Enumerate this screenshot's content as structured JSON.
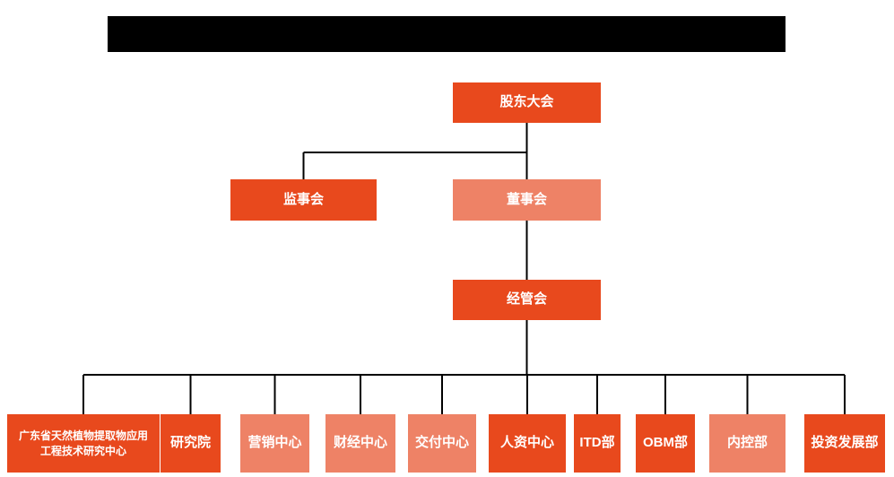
{
  "header": {
    "redacted_title_bar": "black redacted title block"
  },
  "colors": {
    "primary_orange": "#E8491D",
    "light_salmon": "#EE8266",
    "connector_line": "#000000",
    "box_text": "#FFFFFF",
    "title_bar": "#000000"
  },
  "orgchart": {
    "root": {
      "label": "股东大会",
      "color": "#E8491D"
    },
    "level2": [
      {
        "label": "监事会",
        "color": "#E8491D"
      },
      {
        "label": "董事会",
        "color": "#EE8266"
      }
    ],
    "level3": {
      "label": "经管会",
      "color": "#E8491D"
    },
    "departments": [
      {
        "label": "广东省天然植物提取物应用工程技术研究中心",
        "color": "#E8491D"
      },
      {
        "label": "研究院",
        "color": "#E8491D"
      },
      {
        "label": "营销中心",
        "color": "#EE8266"
      },
      {
        "label": "财经中心",
        "color": "#EE8266"
      },
      {
        "label": "交付中心",
        "color": "#EE8266"
      },
      {
        "label": "人资中心",
        "color": "#E8491D"
      },
      {
        "label": "ITD部",
        "color": "#E8491D"
      },
      {
        "label": "OBM部",
        "color": "#E8491D"
      },
      {
        "label": "内控部",
        "color": "#EE8266"
      },
      {
        "label": "投资发展部",
        "color": "#E8491D"
      }
    ]
  }
}
